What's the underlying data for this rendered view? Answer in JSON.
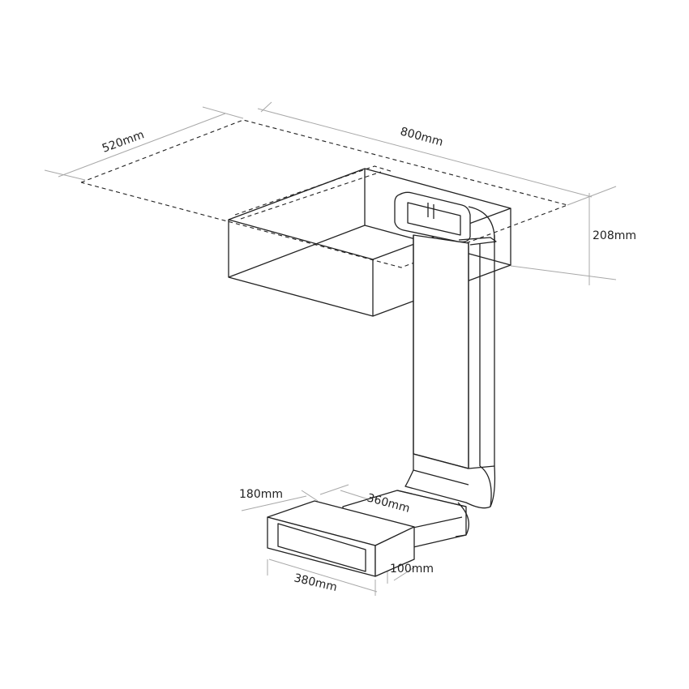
{
  "dimensions": {
    "cooktop_depth": "520mm",
    "cooktop_width": "800mm",
    "unit_height": "208mm",
    "outlet_depth": "180mm",
    "duct_length": "360mm",
    "outlet_height": "100mm",
    "outlet_width": "380mm"
  }
}
